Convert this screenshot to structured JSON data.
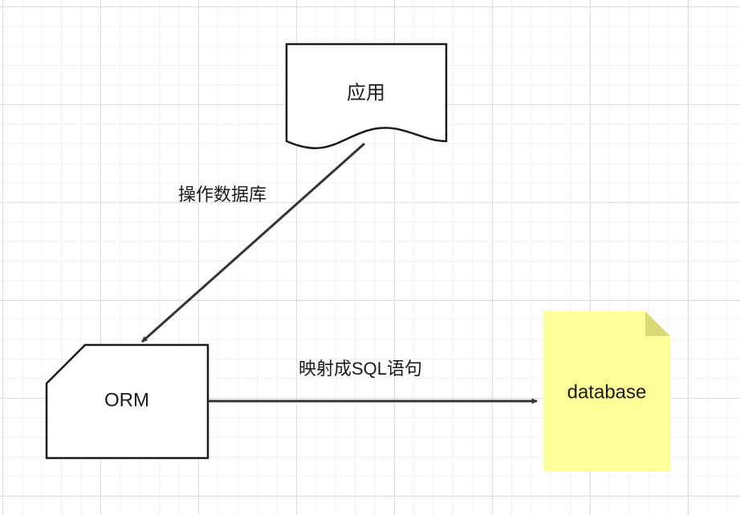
{
  "nodes": {
    "application": {
      "label": "应用"
    },
    "orm": {
      "label": "ORM"
    },
    "database": {
      "label": "database"
    }
  },
  "edges": {
    "app_to_orm": {
      "label": "操作数据库"
    },
    "orm_to_db": {
      "label": "映射成SQL语句"
    }
  },
  "colors": {
    "stroke": "#1a1a1a",
    "database_fill": "#ffff99",
    "database_fold": "#d9d978",
    "grid_major": "#dcdcdc",
    "grid_minor": "#f0f0f0"
  }
}
